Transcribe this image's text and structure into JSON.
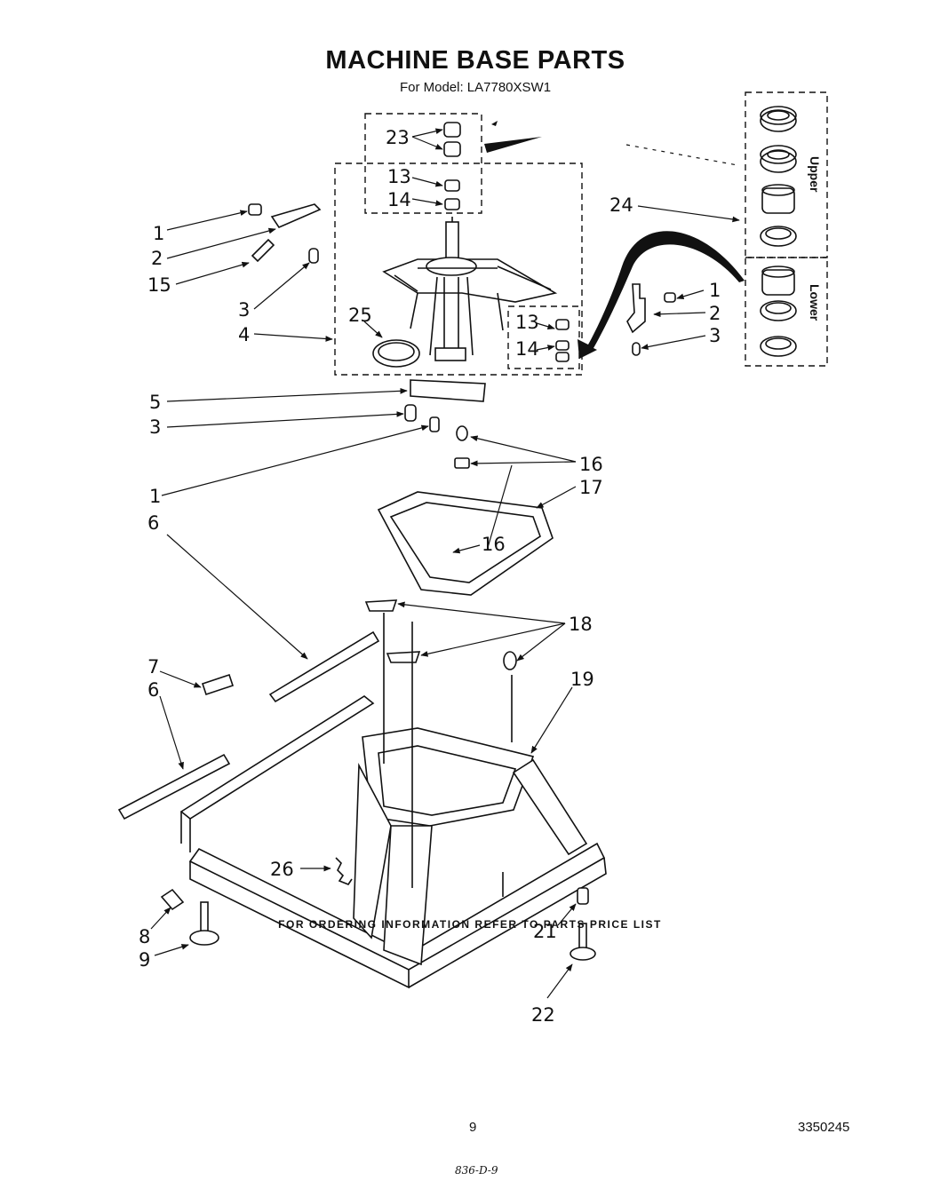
{
  "header": {
    "title": "MACHINE BASE PARTS",
    "model_line": "For Model: LA7780XSW1"
  },
  "callouts": [
    "23",
    "13",
    "14",
    "24",
    "1",
    "2",
    "15",
    "3",
    "4",
    "25",
    "13",
    "14",
    "1",
    "2",
    "3",
    "5",
    "3",
    "1",
    "16",
    "17",
    "6",
    "16",
    "18",
    "7",
    "6",
    "19",
    "26",
    "8",
    "9",
    "21",
    "22"
  ],
  "bearing_groups": {
    "upper_label": "Upper",
    "lower_label": "Lower"
  },
  "footer": {
    "ordering_note": "FOR ORDERING INFORMATION REFER TO PARTS PRICE LIST",
    "page_number": "9",
    "doc_number": "3350245",
    "handwritten_mark": "836-D-9"
  }
}
